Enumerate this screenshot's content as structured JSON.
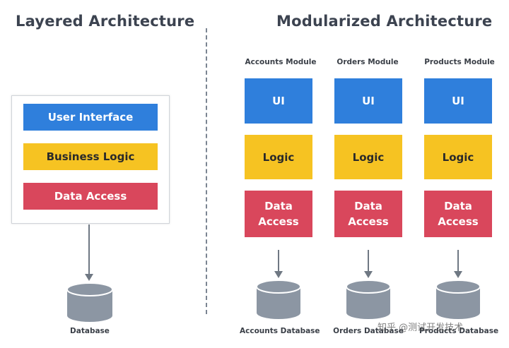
{
  "layered": {
    "title": "Layered Architecture",
    "layers": [
      "User Interface",
      "Business Logic",
      "Data Access"
    ],
    "database": "Database"
  },
  "modular": {
    "title": "Modularized Architecture",
    "modules": [
      {
        "name": "Accounts Module",
        "ui": "UI",
        "logic": "Logic",
        "data": "Data Access",
        "database": "Accounts Database"
      },
      {
        "name": "Orders Module",
        "ui": "UI",
        "logic": "Logic",
        "data": "Data Access",
        "database": "Orders Database"
      },
      {
        "name": "Products Module",
        "ui": "UI",
        "logic": "Logic",
        "data": "Data Access",
        "database": "Products Database"
      }
    ]
  },
  "watermark": "知乎 @测试开发技术",
  "colors": {
    "ui": "#2f7fdc",
    "logic": "#f6c322",
    "data": "#d9475c",
    "db": "#8c96a3"
  }
}
